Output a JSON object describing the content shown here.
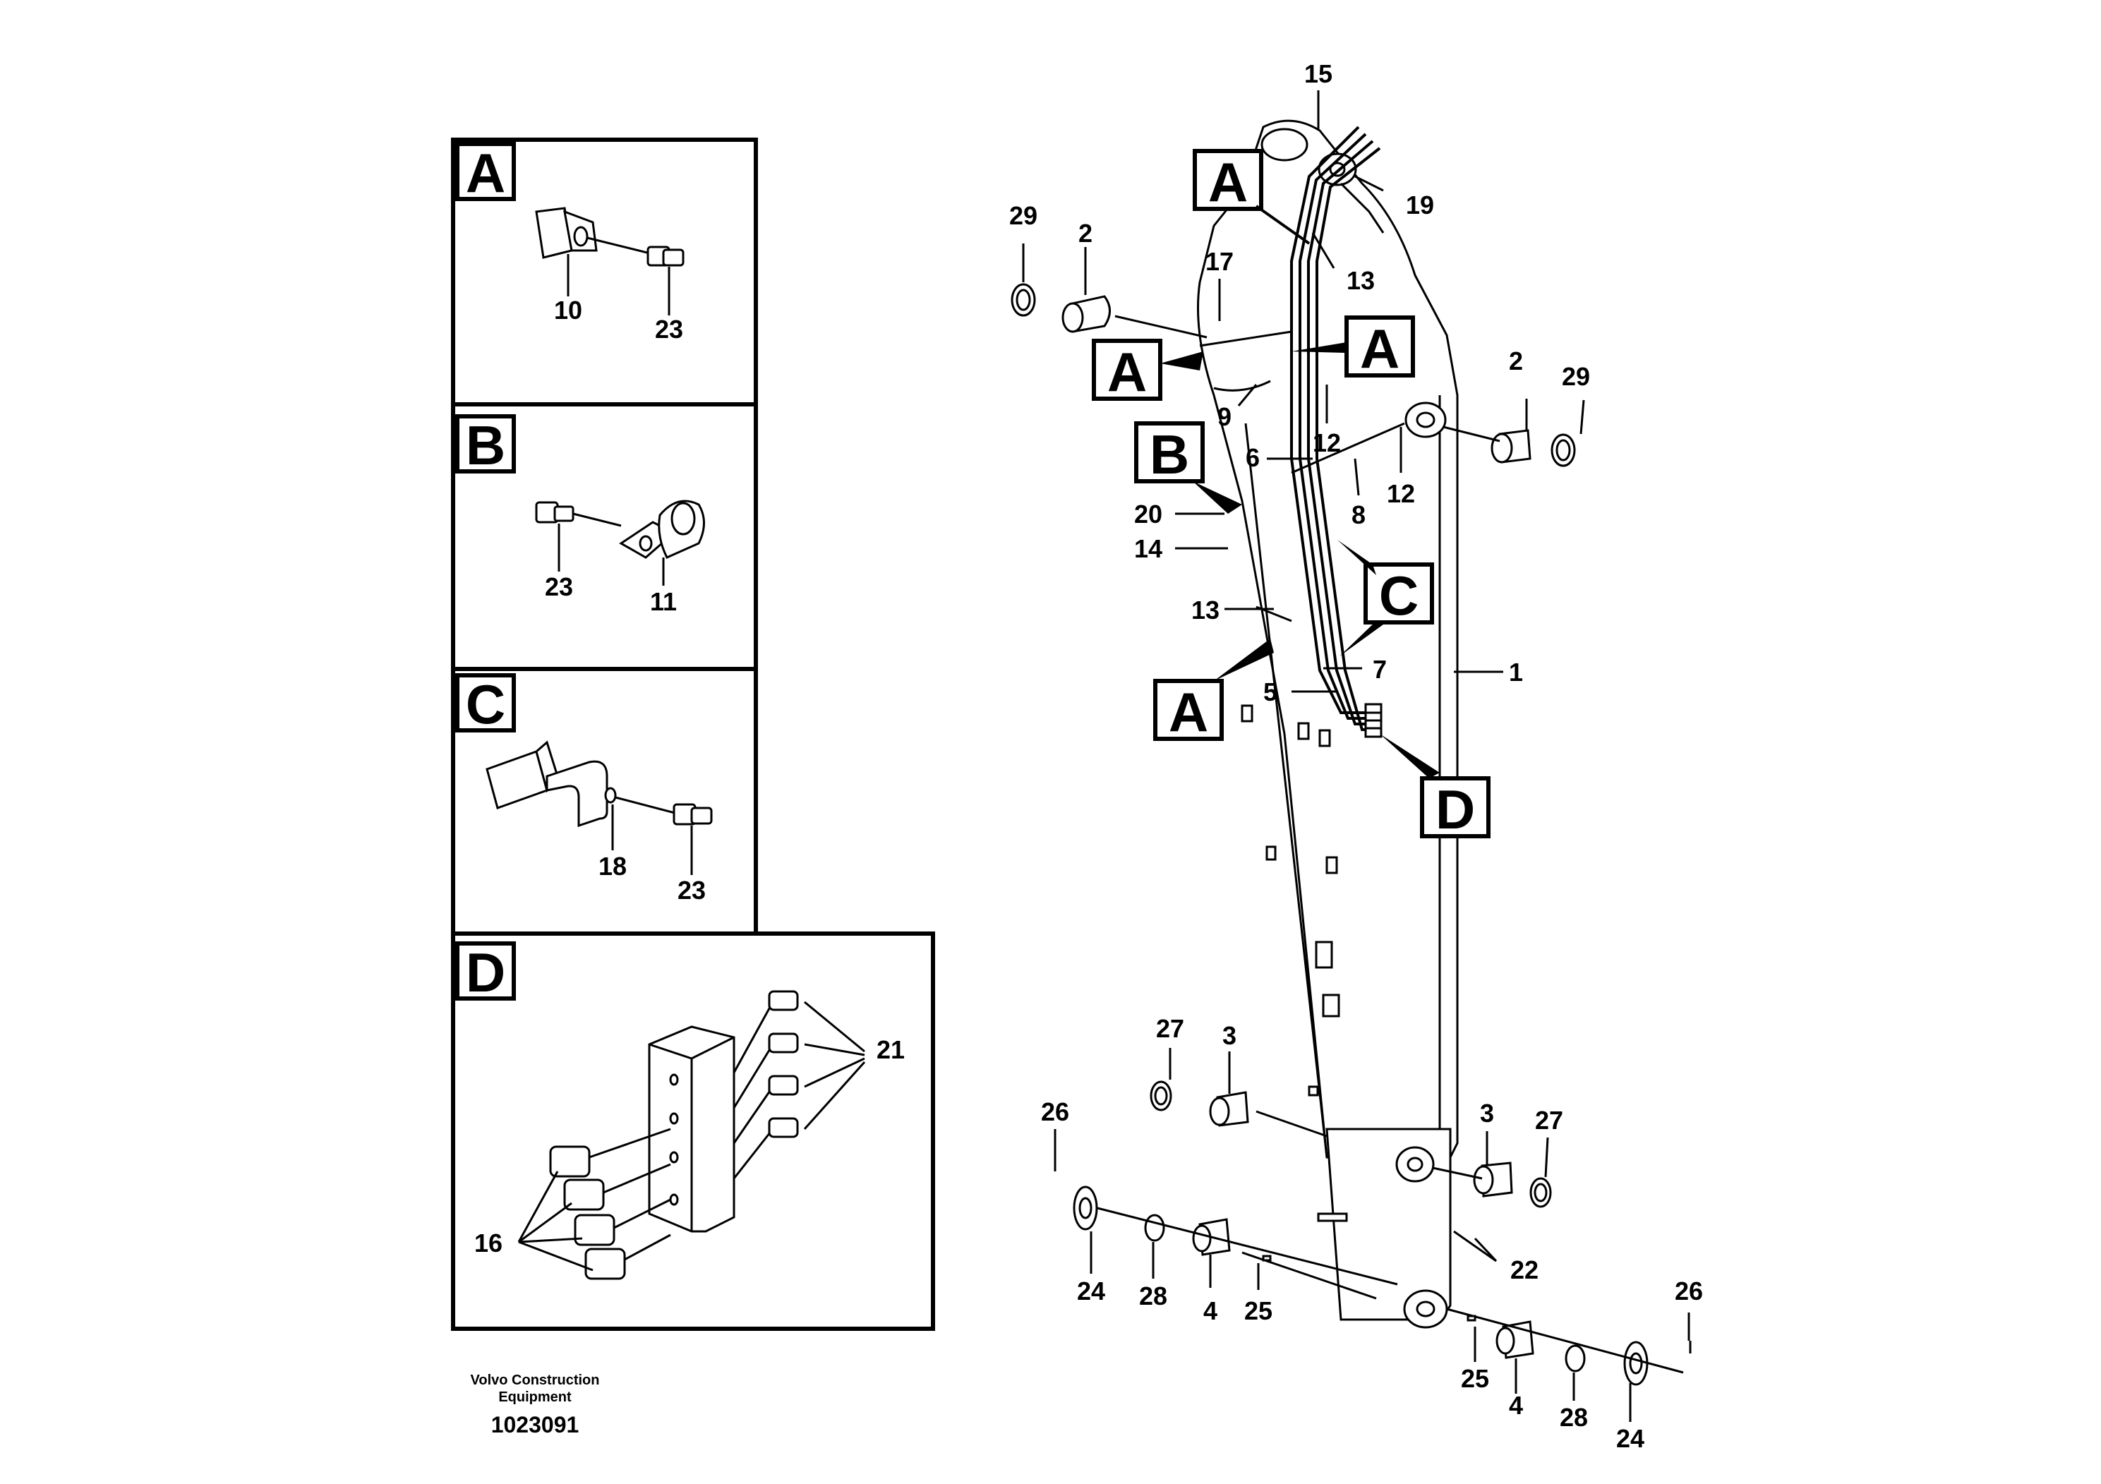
{
  "detail_panels": [
    {
      "id": "A",
      "part_labels": [
        "10",
        "23"
      ]
    },
    {
      "id": "B",
      "part_labels": [
        "23",
        "11"
      ]
    },
    {
      "id": "C",
      "part_labels": [
        "18",
        "23"
      ]
    },
    {
      "id": "D",
      "part_labels": [
        "21",
        "16"
      ]
    }
  ],
  "callouts": [
    "A",
    "A",
    "A",
    "A",
    "B",
    "C",
    "D"
  ],
  "part_labels": [
    "15",
    "19",
    "29",
    "2",
    "17",
    "13",
    "9",
    "12",
    "6",
    "8",
    "20",
    "14",
    "7",
    "5",
    "1",
    "27",
    "3",
    "26",
    "22",
    "24",
    "28",
    "4",
    "25"
  ],
  "footer": {
    "company": "Volvo Construction",
    "company_line2": "Equipment",
    "drawing_number": "1023091"
  }
}
